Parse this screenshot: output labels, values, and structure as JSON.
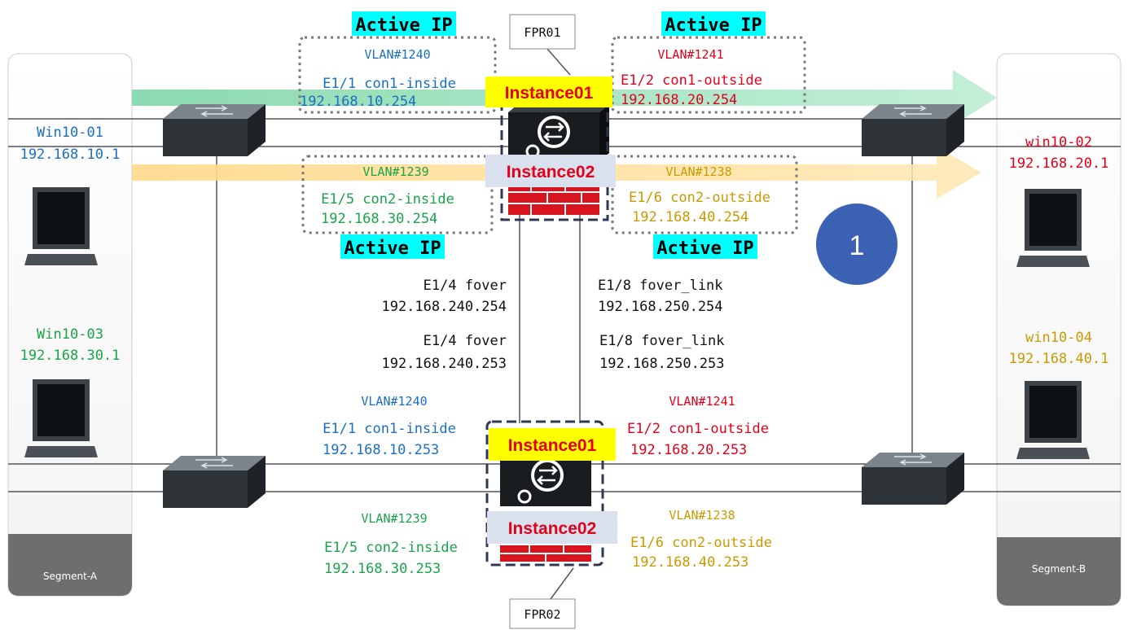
{
  "hosts": {
    "win01": {
      "name": "Win10-01",
      "ip": "192.168.10.1"
    },
    "win02": {
      "name": "win10-02",
      "ip": "192.168.20.1"
    },
    "win03": {
      "name": "Win10-03",
      "ip": "192.168.30.1"
    },
    "win04": {
      "name": "win10-04",
      "ip": "192.168.40.1"
    }
  },
  "segments": {
    "a": "Segment-A",
    "b": "Segment-B"
  },
  "devices": {
    "fpr01": "FPR01",
    "fpr02": "FPR02"
  },
  "active_ip": "Active IP",
  "instances": {
    "i1": "Instance01",
    "i2": "Instance02"
  },
  "marker": "1",
  "fpr01": {
    "vlan1240": "VLAN#1240",
    "e11": "E1/1 con1-inside",
    "ip10": "192.168.10.254",
    "vlan1241": "VLAN#1241",
    "e12": "E1/2 con1-outside",
    "ip20": "192.168.20.254",
    "vlan1239": "VLAN#1239",
    "e15": "E1/5 con2-inside",
    "ip30": "192.168.30.254",
    "vlan1238": "VLAN#1238",
    "e16": "E1/6 con2-outside",
    "ip40": "192.168.40.254"
  },
  "fpr02": {
    "vlan1240": "VLAN#1240",
    "e11": "E1/1 con1-inside",
    "ip10": "192.168.10.253",
    "vlan1241": "VLAN#1241",
    "e12": "E1/2 con1-outside",
    "ip20": "192.168.20.253",
    "vlan1239": "VLAN#1239",
    "e15": "E1/5 con2-inside",
    "ip30": "192.168.30.253",
    "vlan1238": "VLAN#1238",
    "e16": "E1/6 con2-outside",
    "ip40": "192.168.40.253"
  },
  "failover": {
    "e14_1": "E1/4 fover",
    "ip240_254": "192.168.240.254",
    "e14_2": "E1/4 fover",
    "ip240_253": "192.168.240.253",
    "e18_1": "E1/8 fover_link",
    "ip250_254": "192.168.250.254",
    "e18_2": "E1/8 fover_link",
    "ip250_253": "192.168.250.253"
  },
  "colors": {
    "blue": "#1b6fc0",
    "red": "#e3001b",
    "green": "#1aa34a",
    "gold": "#c99a00",
    "cyan": "#00ffff",
    "yellow": "#ffff00",
    "inst_bg": "#d9e1ee",
    "marker": "#3b62b5",
    "flow_green": "#9fe0bd",
    "flow_yellow": "#ffe0a0"
  },
  "icons": [
    "switch-icon",
    "laptop-icon",
    "firewall-icon",
    "router-icon",
    "flow-arrow"
  ]
}
